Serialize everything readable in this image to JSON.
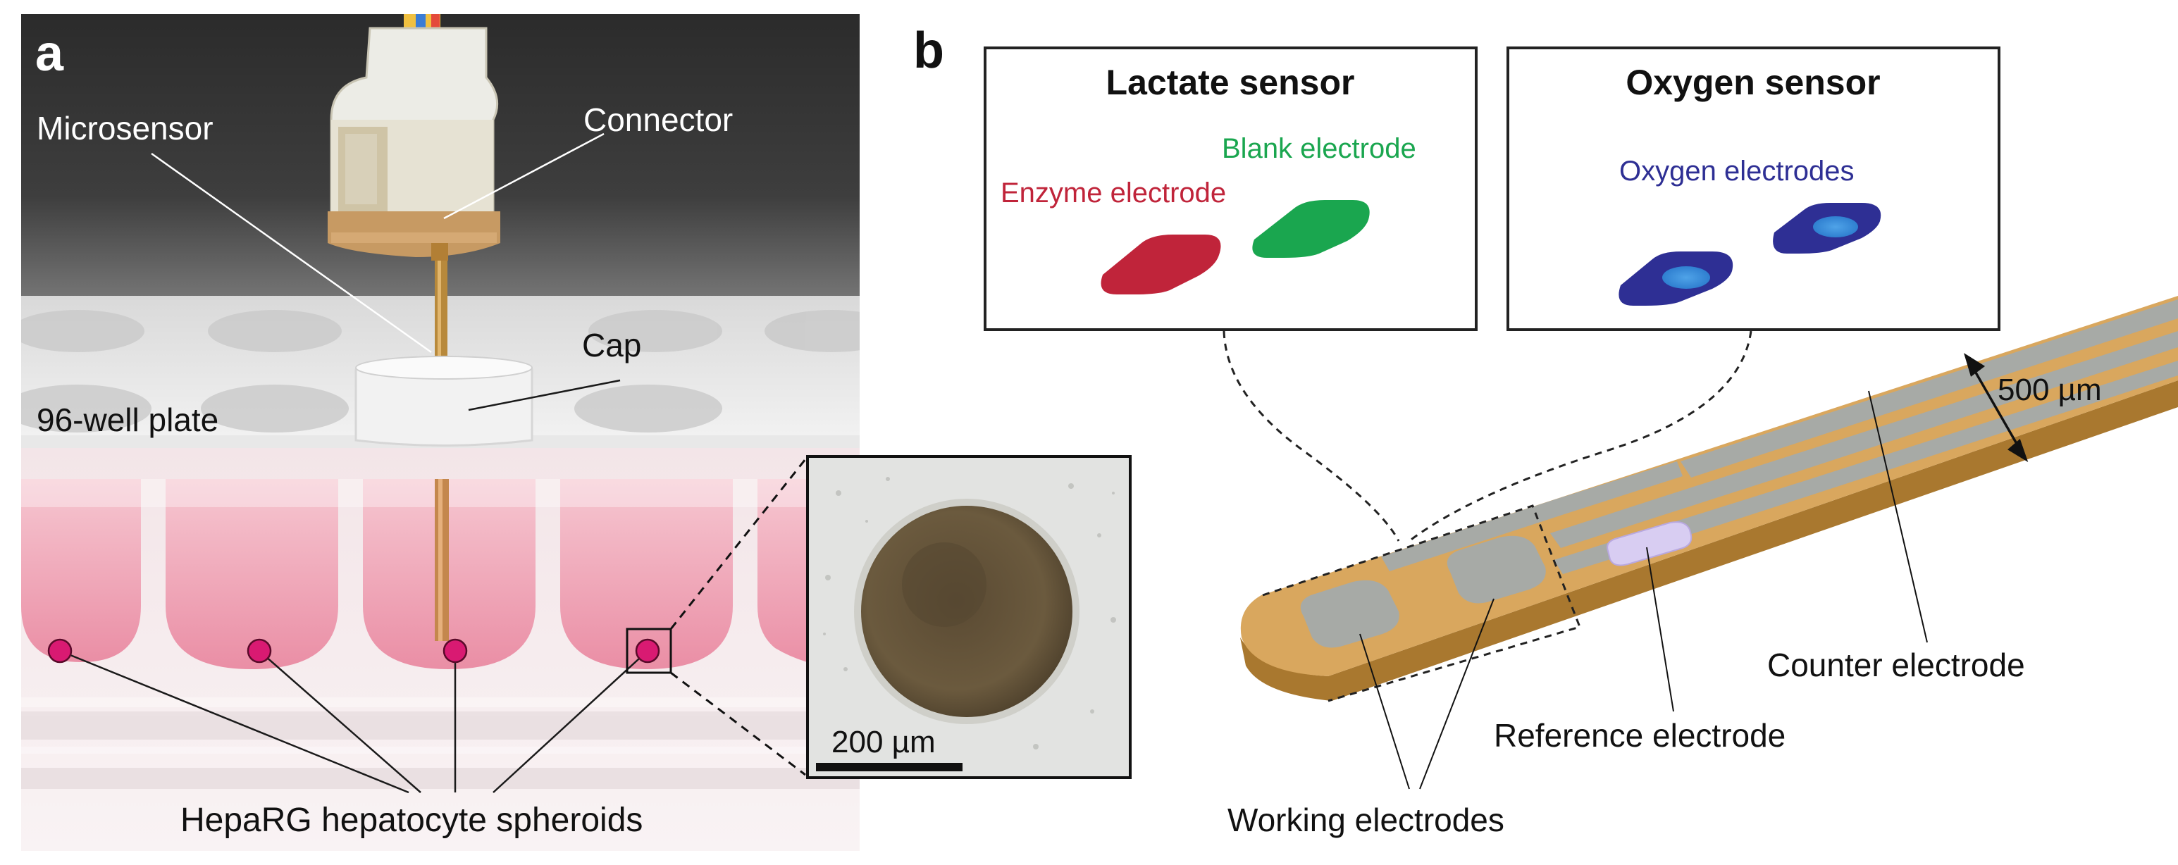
{
  "panel_a": {
    "label": "a",
    "annotations": {
      "microsensor": "Microsensor",
      "connector": "Connector",
      "cap": "Cap",
      "plate": "96-well plate",
      "spheroids": "HepaRG hepatocyte spheroids"
    },
    "inset": {
      "scale_bar": "200 µm"
    }
  },
  "panel_b": {
    "label": "b",
    "lactate_box": {
      "title": "Lactate sensor",
      "enzyme": "Enzyme electrode",
      "blank": "Blank electrode"
    },
    "oxygen_box": {
      "title": "Oxygen sensor",
      "electrodes": "Oxygen electrodes"
    },
    "probe": {
      "width_label": "500 µm",
      "counter": "Counter electrode",
      "reference": "Reference electrode",
      "working": "Working electrodes"
    }
  },
  "colors": {
    "enzyme": "#c0243a",
    "blank": "#1aa64f",
    "oxygen": "#2e2f94",
    "oxygen_inner": "#3a86d6",
    "probe_gold": "#d9a75e",
    "probe_edge": "#a9782f",
    "trace_grey": "#a7aaa6",
    "reference": "#d8cdf2",
    "medium_pink": "#f0a6b8",
    "marker_pink": "#d91a72"
  },
  "icons": [
    "microsensor-photo",
    "spheroid-micrograph"
  ]
}
